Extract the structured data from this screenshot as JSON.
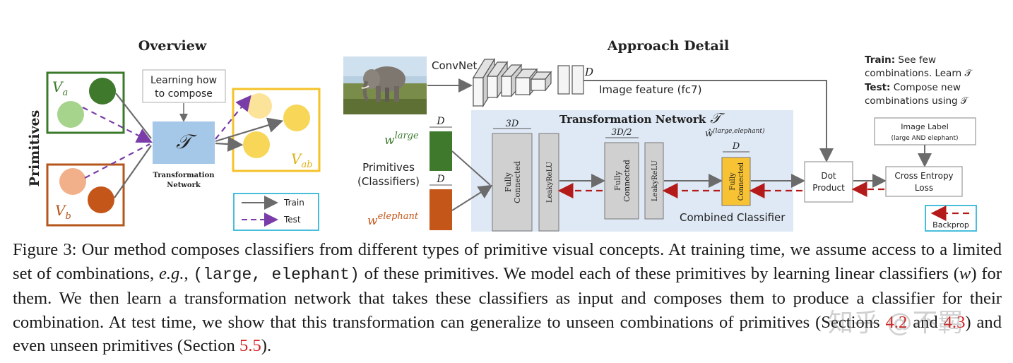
{
  "overview": {
    "title": "Overview",
    "primitives_label": "Primitives",
    "va_label": "V",
    "va_sub": "a",
    "vb_label": "V",
    "vb_sub": "b",
    "vab_label": "V",
    "vab_sub": "ab",
    "learning_box": [
      "Learning how",
      "to compose"
    ],
    "t_symbol": "𝒯",
    "transformation_caption": [
      "Transformation",
      "Network"
    ],
    "legend": {
      "train": "Train",
      "test": "Test"
    }
  },
  "approach": {
    "title": "Approach Detail",
    "convnet_label": "ConvNet",
    "d_label": "D",
    "image_feature": "Image feature (fc7)",
    "tn_title": "Transformation Network",
    "t_symbol": "𝒯",
    "w_large": "w",
    "w_large_sup": "large",
    "w_elephant": "w",
    "w_elephant_sup": "elephant",
    "primitives_classifiers": [
      "Primitives",
      "(Classifiers)"
    ],
    "dim_3d": "3D",
    "dim_3d2": "3D/2",
    "dim_d": "D",
    "fc_label": [
      "Fully",
      "Connected"
    ],
    "leaky_label": "LeakyReLU",
    "w_hat": "ŵ",
    "w_hat_sup": "(large,elephant)",
    "combined_classifier": "Combined Classifier",
    "dot_product": [
      "Dot",
      "Product"
    ],
    "cross_entropy": [
      "Cross Entropy",
      "Loss"
    ],
    "image_label": [
      "Image Label",
      "(large AND elephant)"
    ],
    "backprop": "Backprop",
    "train_note_bold": "Train:",
    "train_note": [
      " See few",
      "combinations. Learn 𝒯"
    ],
    "test_note_bold": "Test:",
    "test_note": [
      " Compose new",
      "combinations using 𝒯"
    ]
  },
  "caption": {
    "p1": "Figure 3: Our method composes classifiers from different types of primitive visual concepts. At training time, we assume access to a limited set of combinations, ",
    "eg": "e.g.",
    "p2": ", ",
    "code": "(large, elephant)",
    "p3": " of these primitives. We model each of these primitives by learning linear classifiers (",
    "w": "w",
    "p4": ") for them. We then learn a transformation network that takes these classifiers as input and composes them to produce a classifier for their combination. At test time, we show that this transformation can generalize to unseen combinations of primitives (Sections ",
    "ref1": "4.2",
    "p5": " and ",
    "ref2": "4.3",
    "p6": ") and even unseen primitives (Section ",
    "ref3": "5.5",
    "p7": ")."
  },
  "watermark": "知乎 @不羁",
  "colors": {
    "green_frame": "#3b7a2b",
    "orange_frame": "#b5561a",
    "yellow_frame": "#f5c22a",
    "tn_bg": "#dfe9f5",
    "t_box": "#a6c8e8",
    "dark_green": "#3f7a2c",
    "light_green": "#a6d48c",
    "peach": "#f2b08a",
    "dark_orange": "#c4561a",
    "yellow_circle": "#f7d658",
    "yellow_light": "#fbe39a",
    "fc_gray": "#d0d0d0",
    "fc_yellow": "#f7c334",
    "test_purple": "#7a3ca8",
    "backprop_red": "#b51a1a",
    "legend_cyan": "#35b7d6",
    "ref_red": "#d42020"
  }
}
